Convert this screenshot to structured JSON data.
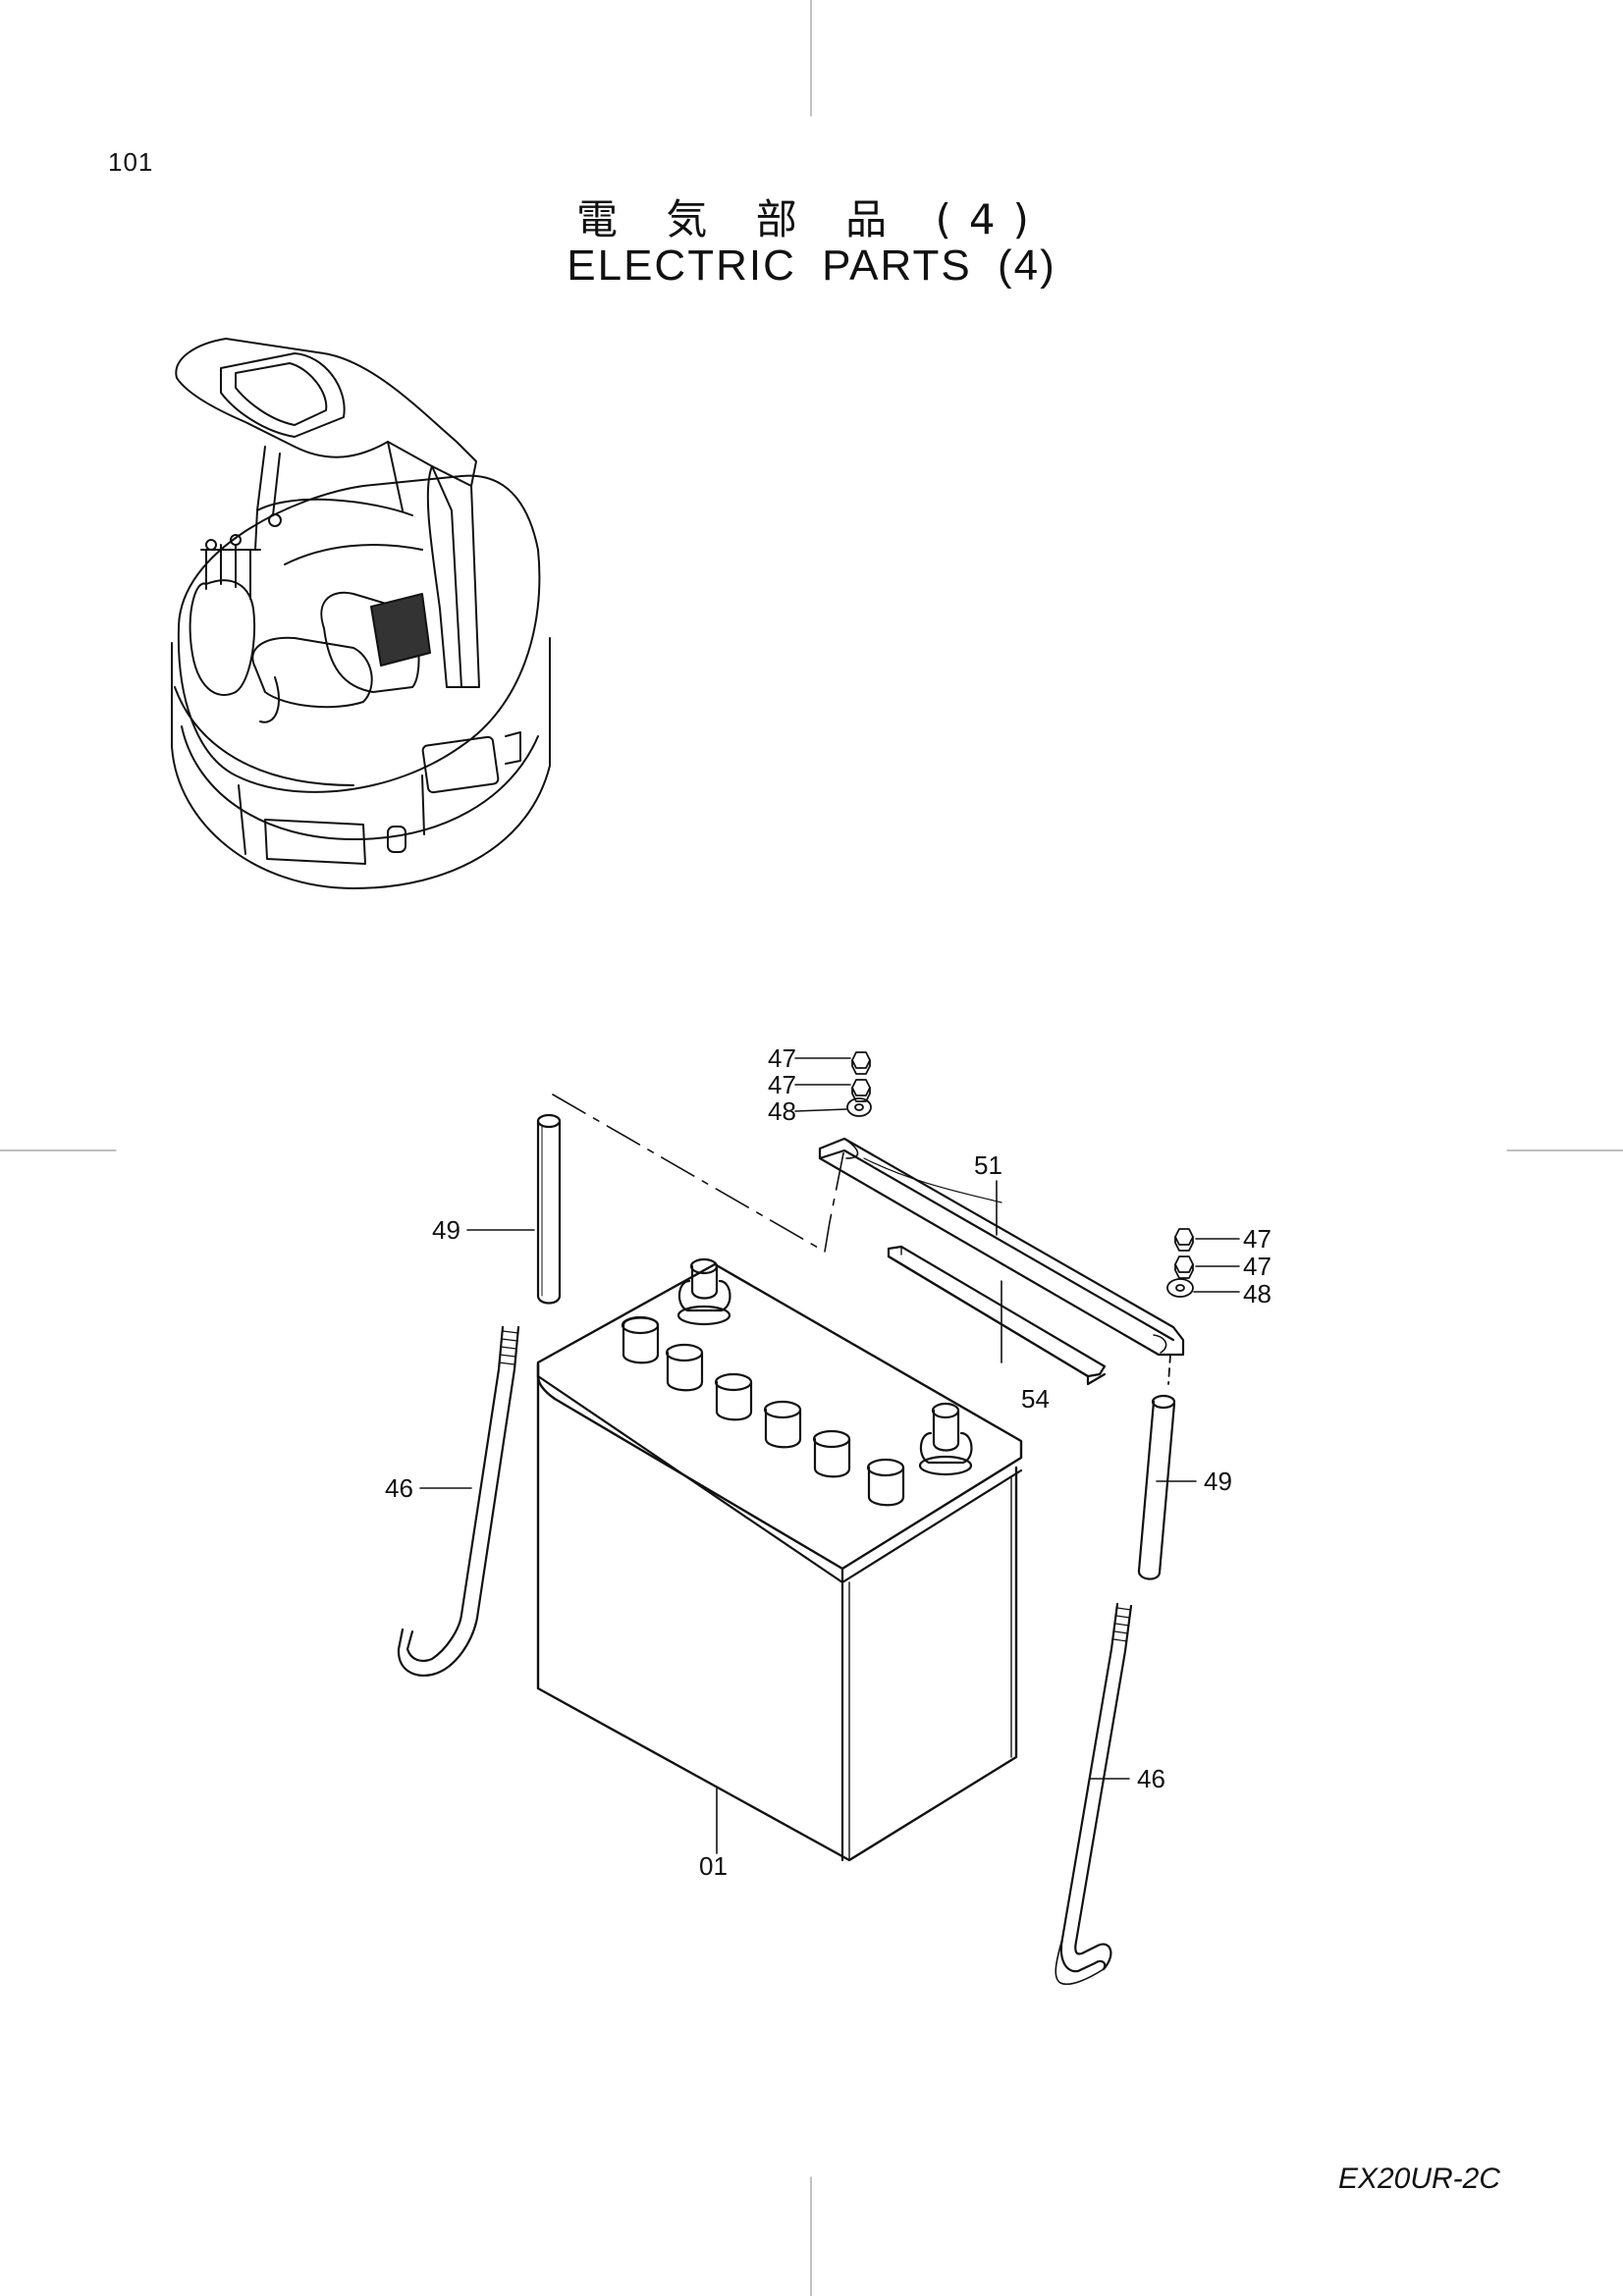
{
  "header": {
    "page_number": "101",
    "title_jp": "電 気 部 品 (4)",
    "title_en": "ELECTRIC PARTS (4)"
  },
  "footer": {
    "model_code": "EX20UR-2C"
  },
  "callouts": [
    {
      "id": "c47a",
      "label": "47"
    },
    {
      "id": "c47b",
      "label": "47"
    },
    {
      "id": "c48a",
      "label": "48"
    },
    {
      "id": "c51",
      "label": "51"
    },
    {
      "id": "c49a",
      "label": "49"
    },
    {
      "id": "c47c",
      "label": "47"
    },
    {
      "id": "c47d",
      "label": "47"
    },
    {
      "id": "c48b",
      "label": "48"
    },
    {
      "id": "c54",
      "label": "54"
    },
    {
      "id": "c46a",
      "label": "46"
    },
    {
      "id": "c49b",
      "label": "49"
    },
    {
      "id": "c46b",
      "label": "46"
    },
    {
      "id": "c01",
      "label": "01"
    }
  ]
}
